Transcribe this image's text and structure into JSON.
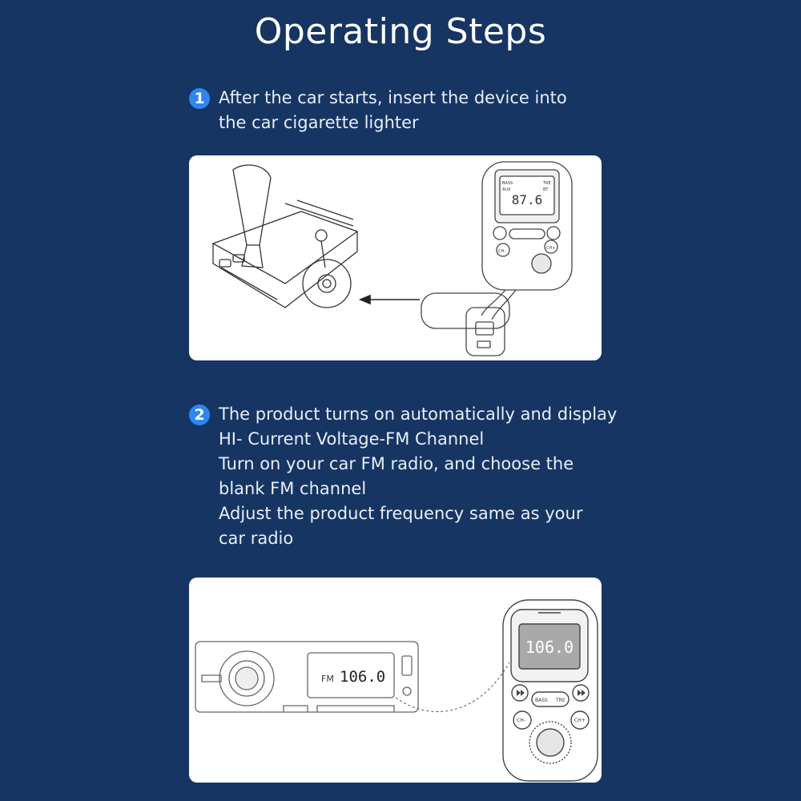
{
  "title": "Operating Steps",
  "steps": [
    {
      "number": "1",
      "lines": [
        "After the car starts, insert the device into",
        "the car cigarette lighter"
      ]
    },
    {
      "number": "2",
      "lines": [
        "The product turns on automatically and display",
        "HI- Current Voltage-FM Channel",
        "Turn on your car FM radio, and choose the",
        "blank FM channel",
        "Adjust the product frequency same as your",
        "car radio"
      ]
    }
  ],
  "illustration1": {
    "device_display": "87.6",
    "device_labels": [
      "BASS",
      "AUX",
      "TRE",
      "BT",
      "CH-",
      "CH+"
    ]
  },
  "illustration2": {
    "radio_band": "FM",
    "radio_frequency": "106.0",
    "device_frequency": "106.0",
    "device_labels": [
      "BASS",
      "TRE",
      "CH-",
      "CH+"
    ]
  }
}
